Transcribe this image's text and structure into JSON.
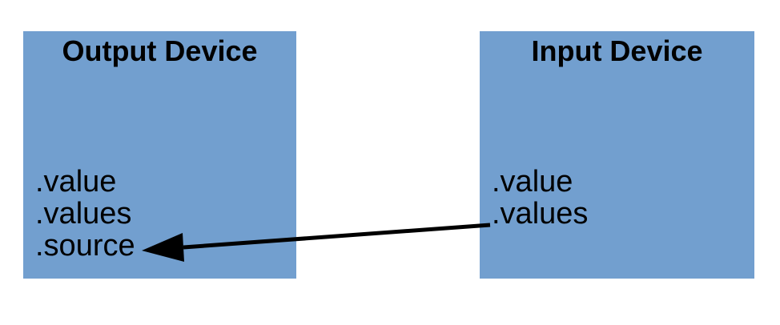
{
  "diagram": {
    "background_color": "#ffffff",
    "box_fill_color": "#729fcf",
    "text_color": "#000000",
    "arrow_color": "#000000",
    "output_device": {
      "title": "Output Device",
      "properties": [
        ".value",
        ".values",
        ".source"
      ]
    },
    "input_device": {
      "title": "Input Device",
      "properties": [
        ".value",
        ".values"
      ]
    },
    "arrow": {
      "from": "Input Device .values",
      "to": "Output Device .source"
    }
  }
}
